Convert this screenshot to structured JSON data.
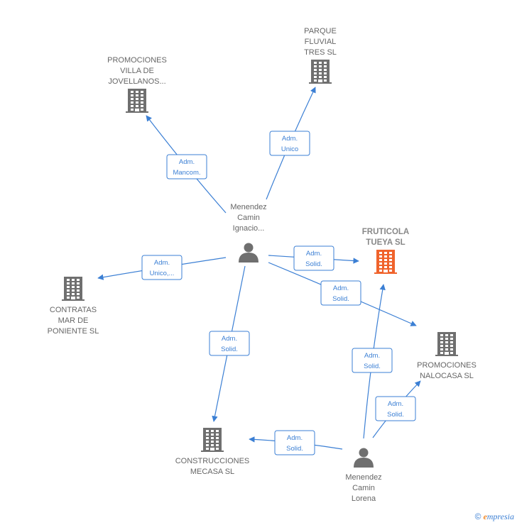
{
  "nodes": [
    {
      "id": "promo_villa",
      "type": "company",
      "lines": [
        "PROMOCIONES",
        "VILLA DE",
        "JOVELLANOS..."
      ],
      "label_pos": "above"
    },
    {
      "id": "parque",
      "type": "company",
      "lines": [
        "PARQUE",
        "FLUVIAL",
        "TRES  SL"
      ],
      "label_pos": "above"
    },
    {
      "id": "menendez_ignacio",
      "type": "person",
      "lines": [
        "Menendez",
        "Camin",
        "Ignacio..."
      ],
      "label_pos": "above"
    },
    {
      "id": "fruticola",
      "type": "company",
      "focus": true,
      "lines": [
        "FRUTICOLA",
        "TUEYA  SL"
      ],
      "label_pos": "above"
    },
    {
      "id": "contratas",
      "type": "company",
      "lines": [
        "CONTRATAS",
        "MAR DE",
        "PONIENTE SL"
      ],
      "label_pos": "below"
    },
    {
      "id": "nalocasa",
      "type": "company",
      "lines": [
        "PROMOCIONES",
        "NALOCASA  SL"
      ],
      "label_pos": "below"
    },
    {
      "id": "construcciones",
      "type": "company",
      "lines": [
        "CONSTRUCCIONES",
        "MECASA  SL"
      ],
      "label_pos": "below"
    },
    {
      "id": "menendez_lorena",
      "type": "person",
      "lines": [
        "Menendez",
        "Camin",
        "Lorena"
      ],
      "label_pos": "below"
    }
  ],
  "edges": [
    {
      "from": "menendez_ignacio",
      "to": "promo_villa",
      "label": [
        "Adm.",
        "Mancom."
      ]
    },
    {
      "from": "menendez_ignacio",
      "to": "parque",
      "label": [
        "Adm.",
        "Unico"
      ]
    },
    {
      "from": "menendez_ignacio",
      "to": "contratas",
      "label": [
        "Adm.",
        "Unico,..."
      ]
    },
    {
      "from": "menendez_ignacio",
      "to": "fruticola",
      "label": [
        "Adm.",
        "Solid."
      ]
    },
    {
      "from": "menendez_ignacio",
      "to": "nalocasa",
      "label": [
        "Adm.",
        "Solid."
      ]
    },
    {
      "from": "menendez_ignacio",
      "to": "construcciones",
      "label": [
        "Adm.",
        "Solid."
      ]
    },
    {
      "from": "menendez_lorena",
      "to": "fruticola",
      "label": [
        "Adm.",
        "Solid."
      ]
    },
    {
      "from": "menendez_lorena",
      "to": "nalocasa",
      "label": [
        "Adm.",
        "Solid."
      ]
    },
    {
      "from": "menendez_lorena",
      "to": "construcciones",
      "label": [
        "Adm.",
        "Solid."
      ]
    }
  ],
  "colors": {
    "edge": "#3b7fd4",
    "company_icon": "#6f6f6f",
    "focus_icon": "#f0632c",
    "person_icon": "#6f6f6f",
    "label_text": "#666666"
  },
  "footer": {
    "copyright_symbol": "©",
    "brand_initial": "e",
    "brand_rest": "mpresia"
  }
}
